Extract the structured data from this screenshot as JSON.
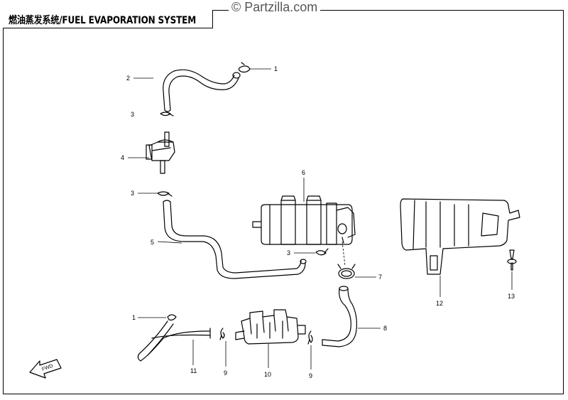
{
  "title": "燃油蒸发系统/FUEL EVAPORATION SYSTEM",
  "watermark": "© Partzilla.com",
  "fwd_label": "FWD",
  "callouts": [
    {
      "id": "c1a",
      "label": "1"
    },
    {
      "id": "c2",
      "label": "2"
    },
    {
      "id": "c3a",
      "label": "3"
    },
    {
      "id": "c4",
      "label": "4"
    },
    {
      "id": "c3b",
      "label": "3"
    },
    {
      "id": "c6",
      "label": "6"
    },
    {
      "id": "c5",
      "label": "5"
    },
    {
      "id": "c3c",
      "label": "3"
    },
    {
      "id": "c7",
      "label": "7"
    },
    {
      "id": "c12",
      "label": "12"
    },
    {
      "id": "c13",
      "label": "13"
    },
    {
      "id": "c1b",
      "label": "1"
    },
    {
      "id": "c8",
      "label": "8"
    },
    {
      "id": "c11",
      "label": "11"
    },
    {
      "id": "c9a",
      "label": "9"
    },
    {
      "id": "c10",
      "label": "10"
    },
    {
      "id": "c9b",
      "label": "9"
    }
  ]
}
